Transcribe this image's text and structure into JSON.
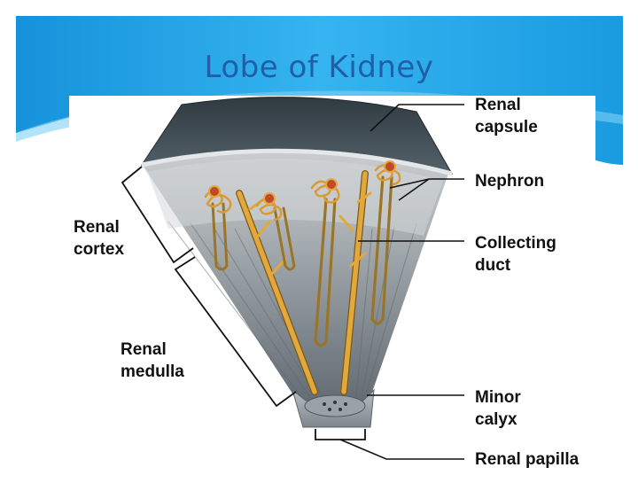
{
  "slide": {
    "title": "Lobe of Kidney",
    "colors": {
      "title": "#1f5fa8",
      "header_band": "#1ea3e8",
      "tissue": "#8f979c",
      "capsule": "#3e4a52",
      "tubule": "#e3a83c",
      "glomerulus": "#c0492a"
    }
  },
  "labels": {
    "renal_capsule": [
      "Renal",
      "capsule"
    ],
    "nephron": "Nephron",
    "collecting_duct": [
      "Collecting",
      "duct"
    ],
    "minor_calyx": [
      "Minor",
      "calyx"
    ],
    "renal_papilla": "Renal papilla",
    "renal_cortex": [
      "Renal",
      "cortex"
    ],
    "renal_medulla": [
      "Renal",
      "medulla"
    ]
  }
}
